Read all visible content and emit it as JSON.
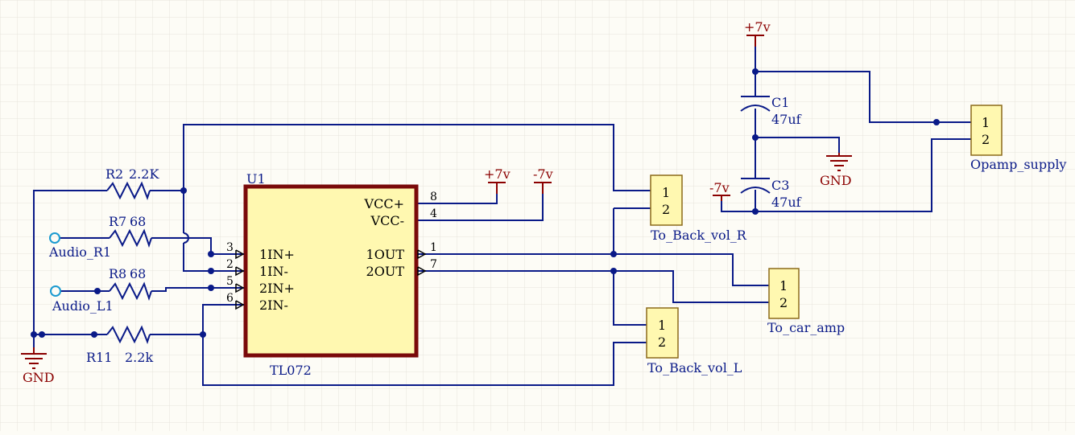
{
  "colors": {
    "background": "#fdfcf6",
    "grid": "#e6e4dc",
    "wire": "#0a1a88",
    "power": "#8b0000",
    "ic_border": "#7a0a0a",
    "ic_fill": "#fff8b0",
    "connector_fill": "#fff8b0",
    "connector_border": "#8b6a1a"
  },
  "ic": {
    "designator": "U1",
    "part": "TL072",
    "pins": {
      "vcc_pos": {
        "name": "VCC+",
        "number": "8"
      },
      "vcc_neg": {
        "name": "VCC-",
        "number": "4"
      },
      "in1_pos": {
        "name": "1IN+",
        "number": "3"
      },
      "in1_neg": {
        "name": "1IN-",
        "number": "2"
      },
      "in2_pos": {
        "name": "2IN+",
        "number": "5"
      },
      "in2_neg": {
        "name": "2IN-",
        "number": "6"
      },
      "out1": {
        "name": "1OUT",
        "number": "1"
      },
      "out2": {
        "name": "2OUT",
        "number": "7"
      }
    }
  },
  "resistors": {
    "r2": {
      "designator": "R2",
      "value": "2.2K"
    },
    "r7": {
      "designator": "R7",
      "value": "68"
    },
    "r8": {
      "designator": "R8",
      "value": "68"
    },
    "r11": {
      "designator": "R11",
      "value": "2.2k"
    }
  },
  "capacitors": {
    "c1": {
      "designator": "C1",
      "value": "47uf"
    },
    "c3": {
      "designator": "C3",
      "value": "47uf"
    }
  },
  "ports": {
    "audio_r1": "Audio_R1",
    "audio_l1": "Audio_L1"
  },
  "power": {
    "pos7": "+7v",
    "neg7": "-7v",
    "gnd": "GND"
  },
  "connectors": {
    "back_vol_r": {
      "name": "To_Back_vol_R",
      "pin1": "1",
      "pin2": "2"
    },
    "car_amp": {
      "name": "To_car_amp",
      "pin1": "1",
      "pin2": "2"
    },
    "back_vol_l": {
      "name": "To_Back_vol_L",
      "pin1": "1",
      "pin2": "2"
    },
    "opamp_supply": {
      "name": "Opamp_supply",
      "pin1": "1",
      "pin2": "2"
    }
  }
}
